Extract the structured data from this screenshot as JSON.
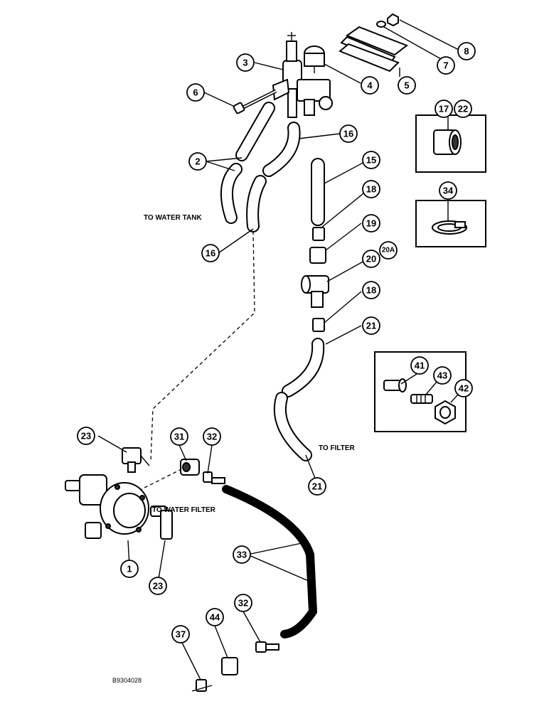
{
  "labels": {
    "to_water_tank": "TO WATER TANK",
    "to_filter": "TO FILTER",
    "to_water_filter": "TO WATER FILTER",
    "figure_id": "B9304028"
  },
  "callouts": {
    "c1": "1",
    "c2": "2",
    "c3": "3",
    "c4": "4",
    "c5": "5",
    "c6": "6",
    "c7": "7",
    "c8": "8",
    "c15": "15",
    "c16a": "16",
    "c16b": "16",
    "c17": "17",
    "c22": "22",
    "c18a": "18",
    "c18b": "18",
    "c19": "19",
    "c20": "20",
    "c20a": "20A",
    "c21a": "21",
    "c21b": "21",
    "c23a": "23",
    "c23b": "23",
    "c31": "31",
    "c32a": "32",
    "c32b": "32",
    "c33": "33",
    "c34": "34",
    "c37": "37",
    "c41": "41",
    "c42": "42",
    "c43": "43",
    "c44": "44"
  }
}
